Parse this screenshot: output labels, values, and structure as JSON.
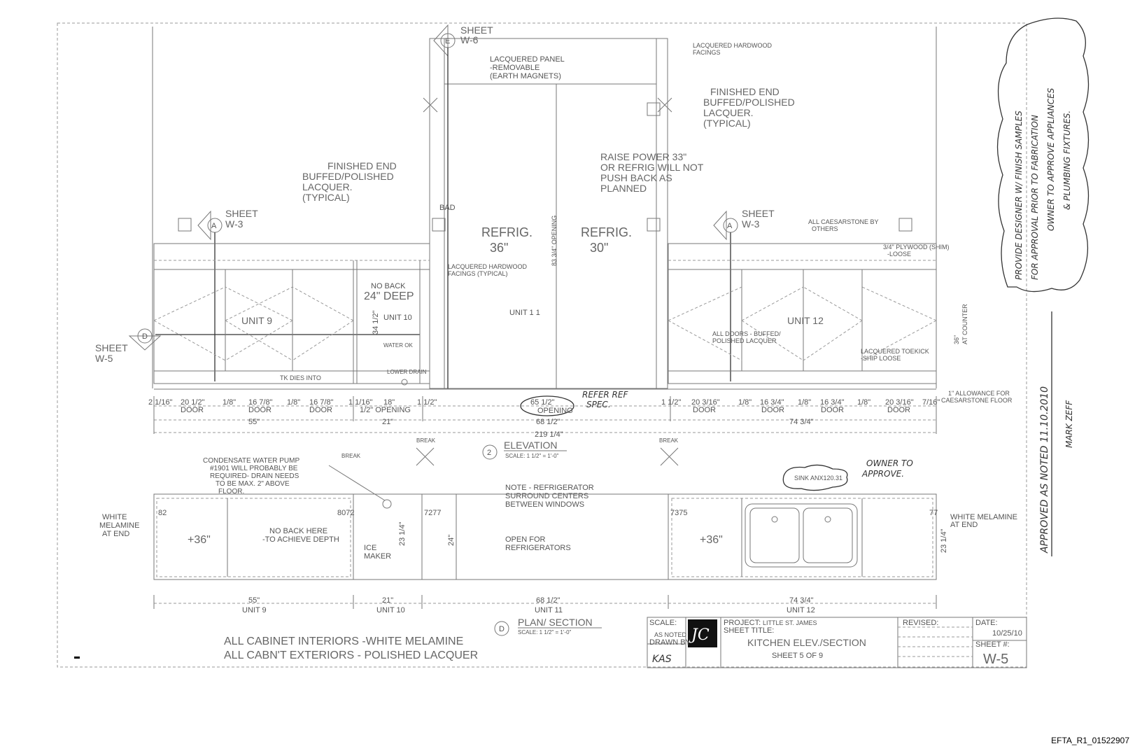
{
  "sheet_refs": {
    "sheet": "SHEET",
    "a": "A",
    "w3": "W-3",
    "e": "E",
    "w6": "W-6",
    "d": "D",
    "w5": "W-5"
  },
  "elevation": {
    "notes": {
      "lacquered_panel": [
        "LACQUERED PANEL",
        "-REMOVABLE",
        "(EARTH MAGNETS)"
      ],
      "lacquered_hardwood_top": [
        "LACQUERED HARDWOOD",
        "FACINGS"
      ],
      "finished_end_right": [
        "FINISHED END",
        "BUFFED/POLISHED",
        "LACQUER.",
        "(TYPICAL)"
      ],
      "finished_end_left": [
        "FINISHED END",
        "BUFFED/POLISHED",
        "LACQUER.",
        "(TYPICAL)"
      ],
      "raise_power": [
        "RAISE POWER 33\"",
        "OR REFRIG WILL NOT",
        "PUSH BACK AS",
        "PLANNED"
      ],
      "bad": "BAD",
      "refrig_36": [
        "REFRIG.",
        "36\""
      ],
      "refrig_30": [
        "REFRIG.",
        "30\""
      ],
      "opening_vertical": "83 3/4\" OPENING",
      "caesarstone": [
        "ALL CAESARSTONE BY",
        "OTHERS"
      ],
      "plywood": [
        "3/4\" PLYWOOD (SHIM)",
        "-LOOSE"
      ],
      "lacquered_facings_typ": [
        "LACQUERED HARDWOOD",
        "FACINGS (TYPICAL)"
      ],
      "no_back": [
        "NO BACK",
        "24\" DEEP"
      ],
      "unit9": "UNIT 9",
      "unit10": "UNIT 10",
      "unit11": "UNIT 1 1",
      "unit12": "UNIT 12",
      "water_ok": "WATER OK",
      "lower_drain": "LOWER DRAIN",
      "tk_dies": "TK DIES INTO",
      "all_doors": [
        "ALL DOORS - BUFFED/",
        "POLISHED LACQUER"
      ],
      "toekick": [
        "LACQUERED TOEKICK",
        "-SHIP LOOSE"
      ],
      "at_counter": [
        "36\"",
        "AT COUNTER"
      ],
      "h34": "34 1/2\"",
      "allowance": [
        "1\" ALLOWANCE FOR",
        "CAESARSTONE FLOOR"
      ]
    },
    "dims_row1": [
      "2 1/16\"",
      "20 1/2\"",
      "1/8\"",
      "16 7/8\"",
      "1/8\"",
      "16 7/8\"",
      "1 1/16\"",
      "18\"",
      "1 1/2\"",
      "65 1/2\"",
      "1 1/2\"",
      "20 3/16\"",
      "1/8\"",
      "16 3/4\"",
      "1/8\"",
      "16 3/4\"",
      "1/8\"",
      "20 3/16\"",
      "7/16\""
    ],
    "door": "DOOR",
    "opening": "OPENING",
    "half_opening": "1/2\" OPENING",
    "dims_row2": [
      "55\"",
      "21\"",
      "68 1/2\"",
      "74 3/4\""
    ],
    "total": "219 1/4\"",
    "handwritten_refer": [
      "REFER REF",
      "SPEC."
    ],
    "title_num": "2",
    "title": "ELEVATION",
    "scale": "SCALE: 1 1/2\" = 1'-0\""
  },
  "break_label": "BREAK",
  "plan": {
    "condensate": [
      "CONDENSATE WATER PUMP",
      "#1901 WILL PROBABLY BE",
      "REQUIRED- DRAIN NEEDS",
      "TO BE MAX. 2\" ABOVE",
      "FLOOR."
    ],
    "white_melamine_left": [
      "WHITE",
      "MELAMINE",
      "AT END"
    ],
    "white_melamine_right": [
      "WHITE MELAMINE",
      "AT END"
    ],
    "no_back_here": [
      "NO BACK HERE",
      "-TO ACHIEVE DEPTH"
    ],
    "ice_maker": [
      "ICE",
      "MAKER"
    ],
    "note_refrig": [
      "NOTE - REFRIGERATOR",
      "SURROUND CENTERS",
      "BETWEEN WINDOWS"
    ],
    "open_for": [
      "OPEN FOR",
      "REFRIGERATORS"
    ],
    "sink": "SINK ANX120.31",
    "owner_approve": [
      "OWNER TO",
      "APPROVE."
    ],
    "plus36": "+36\"",
    "d24": "24\"",
    "d23": "23 1/4\"",
    "nums": [
      "82",
      "8072",
      "7277",
      "7375",
      "77"
    ],
    "dims": [
      "55\"",
      "21\"",
      "68 1/2\"",
      "74 3/4\""
    ],
    "units": [
      "UNIT 9",
      "UNIT 10",
      "UNIT 11",
      "UNIT 12"
    ],
    "title_letter": "D",
    "title": "PLAN/ SECTION",
    "scale": "SCALE: 1 1/2\" = 1'-0\""
  },
  "general_notes": [
    "ALL CABINET INTERIORS -WHITE MELAMINE",
    "ALL CABN'T EXTERIORS - POLISHED LACQUER"
  ],
  "title_block": {
    "scale_label": "SCALE:",
    "scale_value": "AS NOTED",
    "drawn_by_label": "DRAWN BY",
    "drawn_by": "KAS",
    "logo": "JC",
    "project_label": "PROJECT:",
    "project": "LITTLE ST. JAMES",
    "sheet_title_label": "SHEET TITLE:",
    "sheet_title": "KITCHEN ELEV./SECTION",
    "sheet_count": "SHEET 5 OF 9",
    "revised_label": "REVISED:",
    "date_label": "DATE:",
    "date": "10/25/10",
    "sheet_no_label": "SHEET #:",
    "sheet_no": "W-5"
  },
  "handwritten": {
    "line1": "PROVIDE DESIGNER W/ FINISH SAMPLES",
    "line2": "FOR APPROVAL PRIOR TO FABRICATION",
    "line3": "OWNER TO APPROVE APPLIANCES",
    "line4": "& PLUMBING FIXTURES.",
    "approved": "APPROVED AS NOTED 11.10.2010",
    "signature": "MARK ZEFF"
  },
  "footer_id": "EFTA_R1_01522907"
}
